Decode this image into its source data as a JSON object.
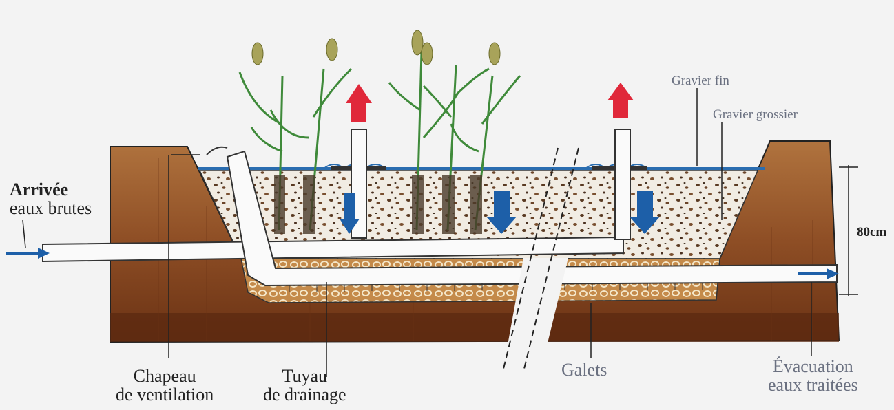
{
  "labels": {
    "arrivee_line1": "Arrivée",
    "arrivee_line2": "eaux brutes",
    "gravier_fin": "Gravier fin",
    "gravier_grossier": "Gravier grossier",
    "depth": "80cm",
    "chapeau_line1": "Chapeau",
    "chapeau_line2": "de ventilation",
    "tuyau_line1": "Tuyau",
    "tuyau_line2": "de drainage",
    "galets": "Galets",
    "evacuation_line1": "Évacuation",
    "evacuation_line2": "eaux traitées"
  },
  "colors": {
    "soil_dark": "#7a3f1c",
    "soil_mid": "#9a5a2e",
    "soil_light": "#b07040",
    "gravel_bg": "#f1ece3",
    "water": "#2a6db0",
    "arrow_up": "#e0283a",
    "arrow_down": "#1d5fa8",
    "plant_green": "#3f8a3a",
    "pipe": "#fafafa"
  }
}
